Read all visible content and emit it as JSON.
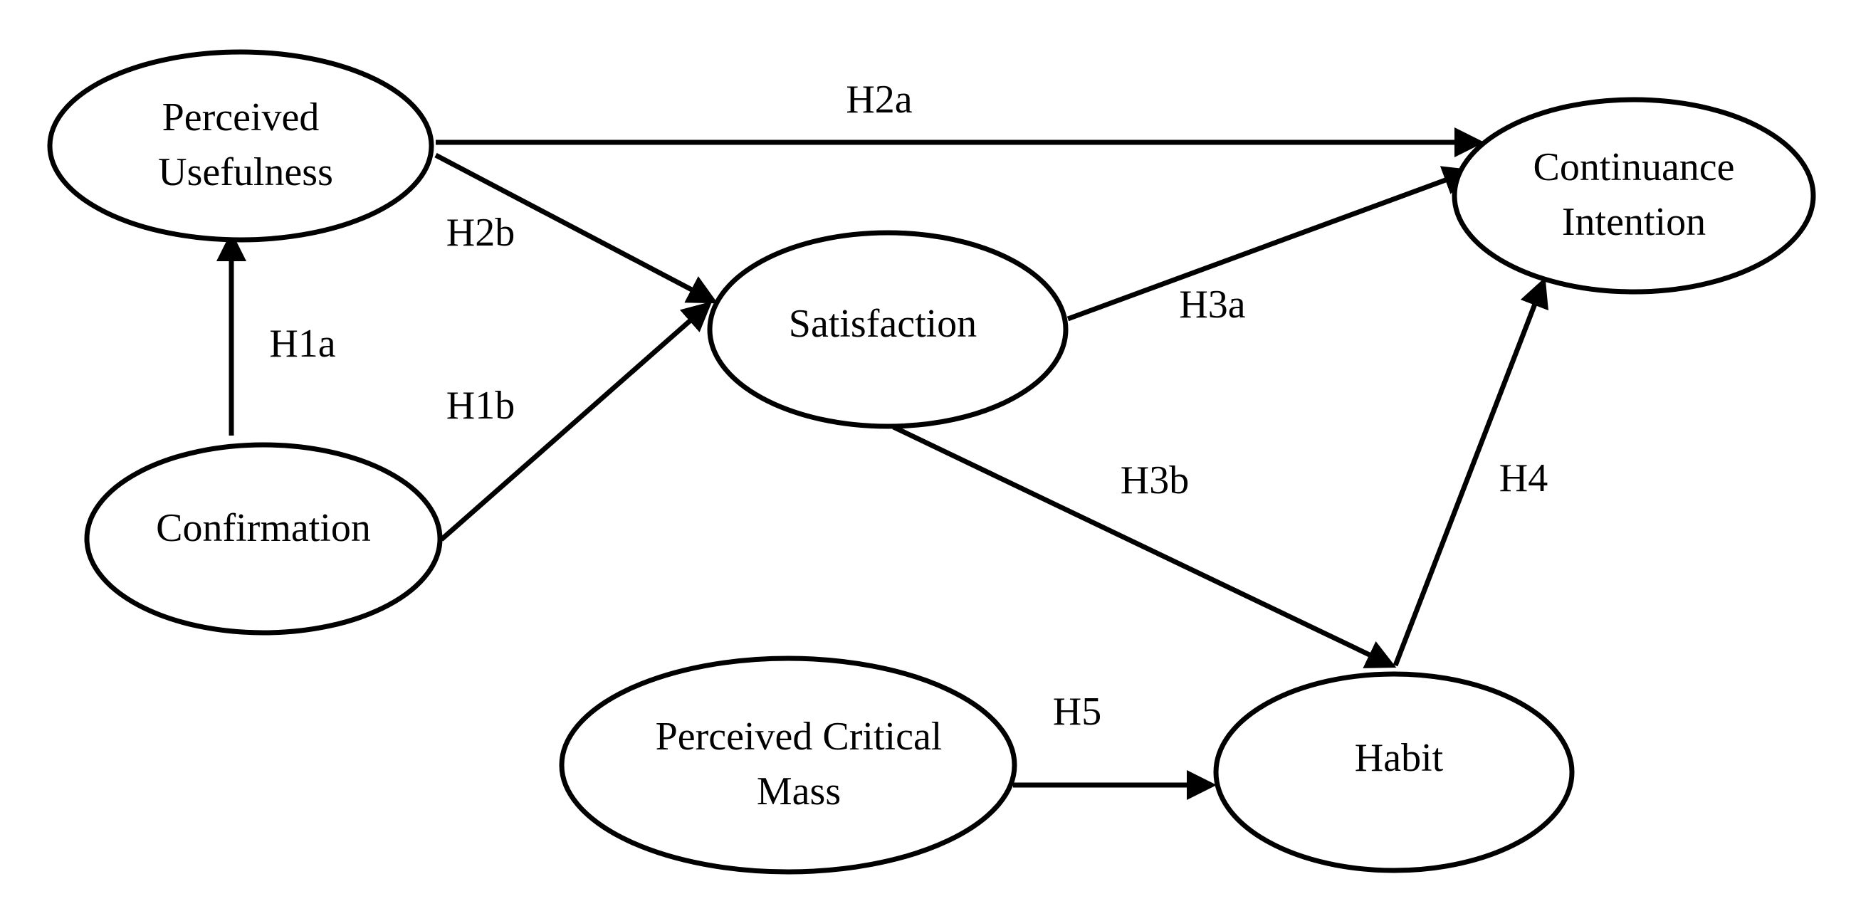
{
  "nodes": {
    "perceived_usefulness": {
      "lines": [
        "Perceived",
        "Usefulness"
      ]
    },
    "confirmation": {
      "lines": [
        "Confirmation"
      ]
    },
    "satisfaction": {
      "lines": [
        "Satisfaction"
      ]
    },
    "continuance_intention": {
      "lines": [
        "Continuance",
        "Intention"
      ]
    },
    "perceived_critical_mass": {
      "lines": [
        "Perceived Critical",
        "Mass"
      ]
    },
    "habit": {
      "lines": [
        "Habit"
      ]
    }
  },
  "edges": {
    "h1a": {
      "label": "H1a",
      "from": "Confirmation",
      "to": "Perceived Usefulness"
    },
    "h1b": {
      "label": "H1b",
      "from": "Confirmation",
      "to": "Satisfaction"
    },
    "h2a": {
      "label": "H2a",
      "from": "Perceived Usefulness",
      "to": "Continuance Intention"
    },
    "h2b": {
      "label": "H2b",
      "from": "Perceived Usefulness",
      "to": "Satisfaction"
    },
    "h3a": {
      "label": "H3a",
      "from": "Satisfaction",
      "to": "Continuance Intention"
    },
    "h3b": {
      "label": "H3b",
      "from": "Satisfaction",
      "to": "Habit"
    },
    "h4": {
      "label": "H4",
      "from": "Habit",
      "to": "Continuance Intention"
    },
    "h5": {
      "label": "H5",
      "from": "Perceived Critical Mass",
      "to": "Habit"
    }
  },
  "colors": {
    "stroke": "#000000",
    "background": "#ffffff"
  }
}
